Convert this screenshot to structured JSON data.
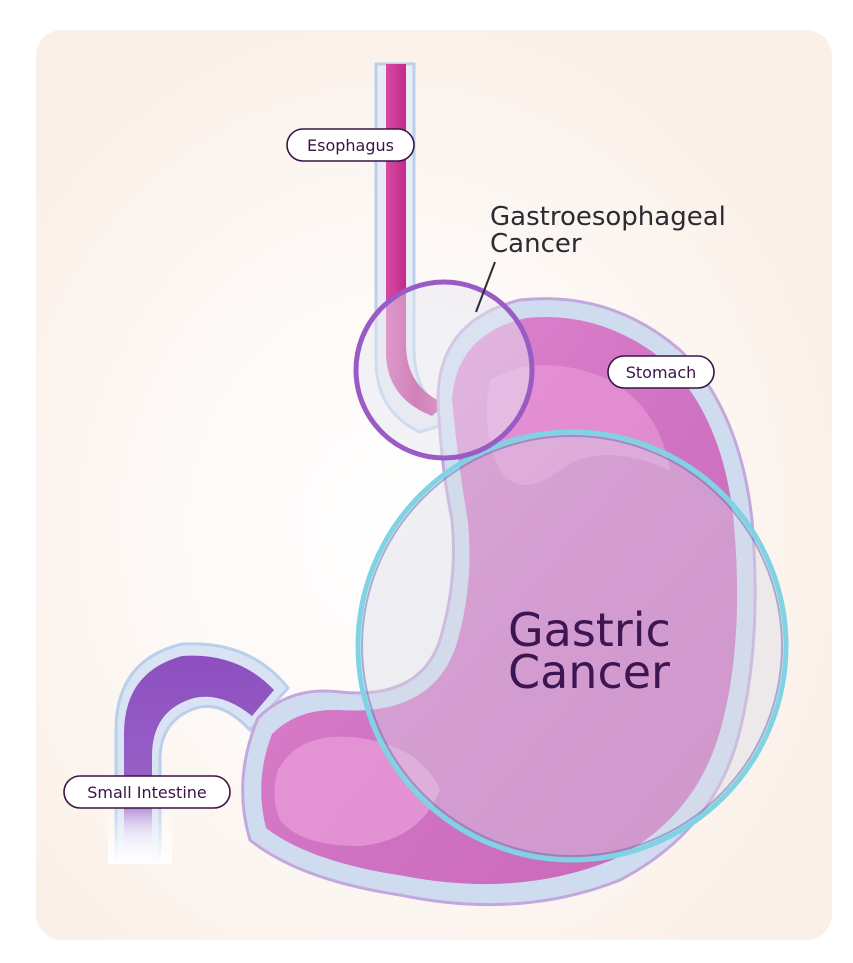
{
  "labels": {
    "esophagus": "Esophagus",
    "stomach": "Stomach",
    "small_intestine": "Small Intestine",
    "gastroesophageal_line1": "Gastroesophageal",
    "gastroesophageal_line2": "Cancer",
    "gastric_line1": "Gastric",
    "gastric_line2": "Cancer"
  },
  "colors": {
    "background_panel": "#fcf4ef",
    "stomach_fill": "#d775c7",
    "stomach_outline": "#b9d0ea",
    "esophagus_fill": "#c01f86",
    "small_intestine_fill": "#8e52c0",
    "gastroesophageal_circle": "#9a5cc4",
    "gastric_circle": "#7fd3e3",
    "label_text": "#3a1446"
  }
}
